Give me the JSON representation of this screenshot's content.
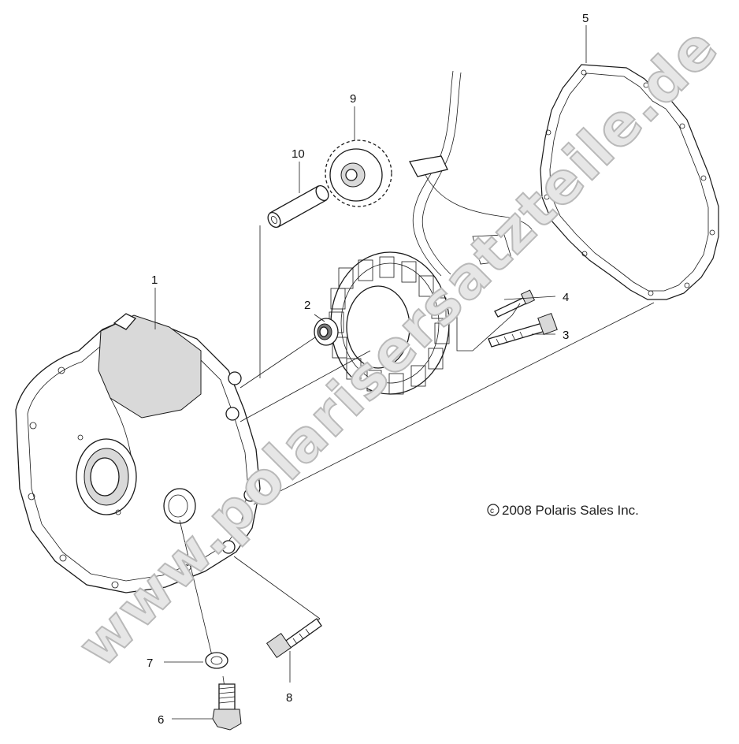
{
  "labels": {
    "p1": "1",
    "p2": "2",
    "p3": "3",
    "p4": "4",
    "p5": "5",
    "p6": "6",
    "p7": "7",
    "p8": "8",
    "p9": "9",
    "p10": "10"
  },
  "copyright": "2008 Polaris Sales Inc.",
  "watermark": "www.polarisersatzteile.de"
}
